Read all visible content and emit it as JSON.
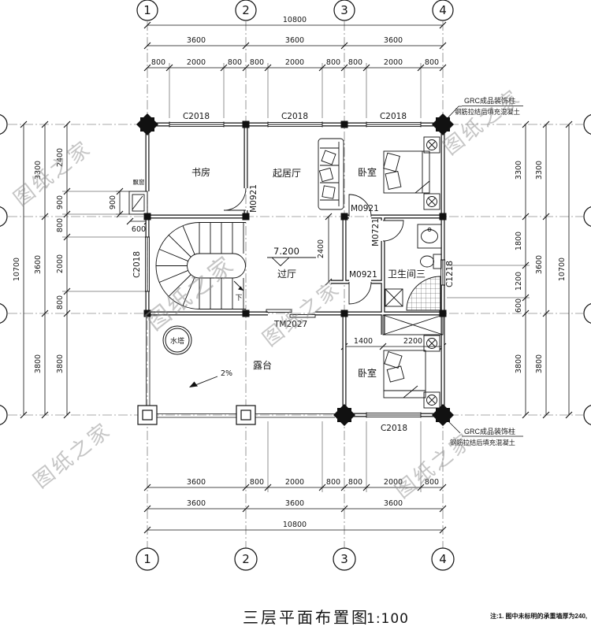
{
  "title": {
    "main": "三层平面布置图",
    "scale": "1:100"
  },
  "note": "注:1. 图中未标明的承重墙厚为240,",
  "watermark": "图纸之家",
  "axis": {
    "a1": "1",
    "a2": "2",
    "a3": "3",
    "a4": "4"
  },
  "rooms": {
    "study": "书房",
    "living": "起居厅",
    "bedroom": "卧室",
    "hall": "过厅",
    "bath": "卫生间三",
    "terrace": "露台",
    "water_tower": "水塔",
    "bay_window": "飘窗",
    "down": "下"
  },
  "marks": {
    "elevation": "7.200",
    "slope": "2%"
  },
  "openings": {
    "c2018": "C2018",
    "c1218": "C1218",
    "m0921": "M0921",
    "m0721": "M0721",
    "tm2027": "TM2027"
  },
  "grc": {
    "line1": "GRC成品装饰柱",
    "line2": "钢筋拉结后填充混凝土"
  },
  "dims": {
    "d10800": "10800",
    "d10700": "10700",
    "d3600": "3600",
    "d3300": "3300",
    "d3800": "3800",
    "d800": "800",
    "d2000": "2000",
    "d2400": "2400",
    "d900": "900",
    "d600": "600",
    "d1800": "1800",
    "d1200": "1200",
    "d1400": "1400",
    "d2200": "2200"
  }
}
